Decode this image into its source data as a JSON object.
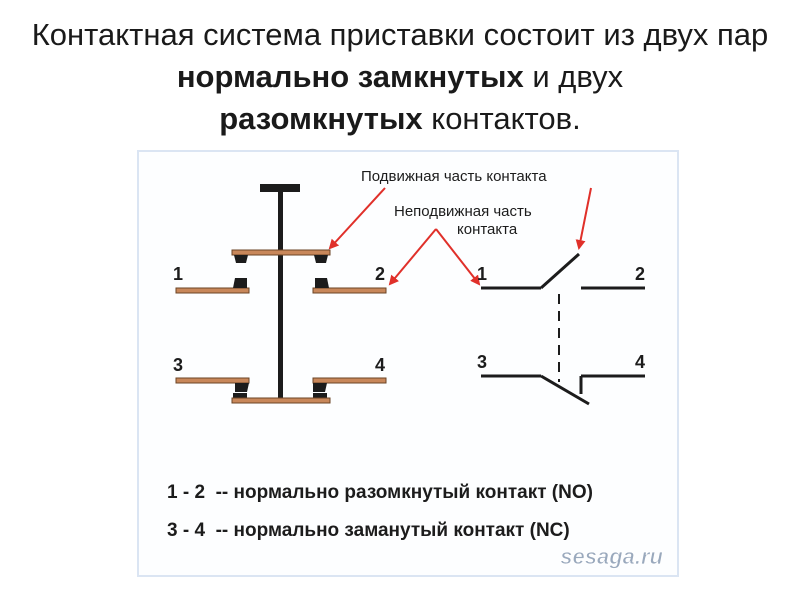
{
  "heading": {
    "part1": "Контактная система приставки состоит из двух пар ",
    "bold1": "нормально замкнутых",
    "part2": " и двух ",
    "bold2": "разомкнутых",
    "part3": " контактов."
  },
  "diagram": {
    "label_moving": "Подвижная часть контакта",
    "label_fixed_line1": "Неподвижная часть",
    "label_fixed_line2": "контакта",
    "terminals": {
      "t1": "1",
      "t2": "2",
      "t3": "3",
      "t4": "4"
    },
    "schematic_terminals": {
      "t1": "1",
      "t2": "2",
      "t3": "3",
      "t4": "4"
    },
    "legend": {
      "no_line": "1 - 2  -- нормально разомкнутый контакт (NO)",
      "nc_line": "3 - 4  -- нормально заманутый контакт (NC)"
    },
    "watermark": "sesaga.ru",
    "colors": {
      "copper": "#c8875a",
      "dark": "#1c1c1c",
      "arrow": "#e0302a",
      "panel_border": "#dbe5f3",
      "watermark": "#9aa9bd"
    }
  }
}
